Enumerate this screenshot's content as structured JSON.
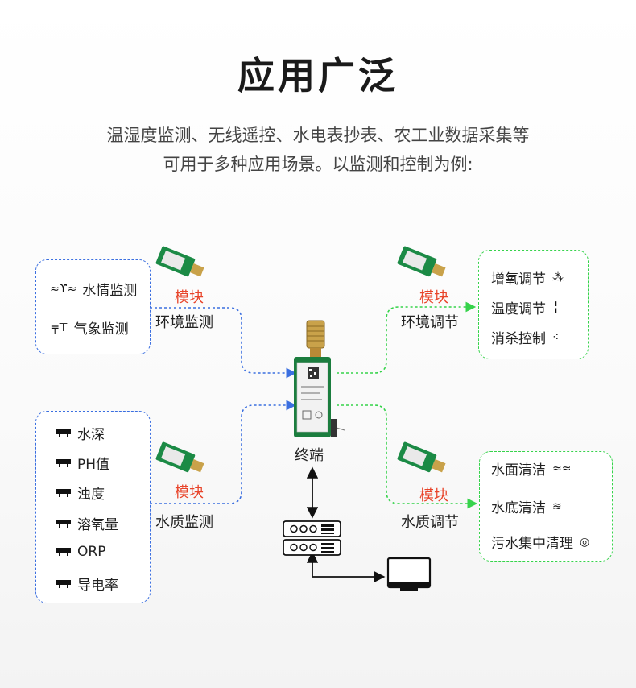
{
  "header": {
    "title": "应用广泛",
    "subtitle_line1": "温湿度监测、无线遥控、水电表抄表、农工业数据采集等",
    "subtitle_line2": "可用于多种应用场景。以监测和控制为例:"
  },
  "left_top": {
    "items": [
      {
        "label": "水情监测",
        "icon": "water-wave-icon"
      },
      {
        "label": "气象监测",
        "icon": "weather-station-icon"
      }
    ],
    "module_label": "模块",
    "caption": "环境监测"
  },
  "left_bottom": {
    "items": [
      {
        "label": "水深",
        "icon": "sensor-icon"
      },
      {
        "label": "PH值",
        "icon": "sensor-icon"
      },
      {
        "label": "浊度",
        "icon": "sensor-icon"
      },
      {
        "label": "溶氧量",
        "icon": "sensor-icon"
      },
      {
        "label": "ORP",
        "icon": "sensor-icon"
      },
      {
        "label": "导电率",
        "icon": "sensor-icon"
      }
    ],
    "module_label": "模块",
    "caption": "水质监测"
  },
  "right_top": {
    "items": [
      {
        "label": "增氧调节",
        "icon": "bubbles-icon"
      },
      {
        "label": "温度调节",
        "icon": "thermometer-icon"
      },
      {
        "label": "消杀控制",
        "icon": "spray-icon"
      }
    ],
    "module_label": "模块",
    "caption": "环境调节"
  },
  "right_bottom": {
    "items": [
      {
        "label": "水面清洁",
        "icon": "surface-wave-icon"
      },
      {
        "label": "水底清洁",
        "icon": "bottom-wave-icon"
      },
      {
        "label": "污水集中清理",
        "icon": "sewage-drop-icon"
      }
    ],
    "module_label": "模块",
    "caption": "水质调节"
  },
  "center": {
    "caption": "终端"
  },
  "colors": {
    "blue": "#3b6fe0",
    "green": "#36d34b",
    "red": "#e8442a"
  }
}
